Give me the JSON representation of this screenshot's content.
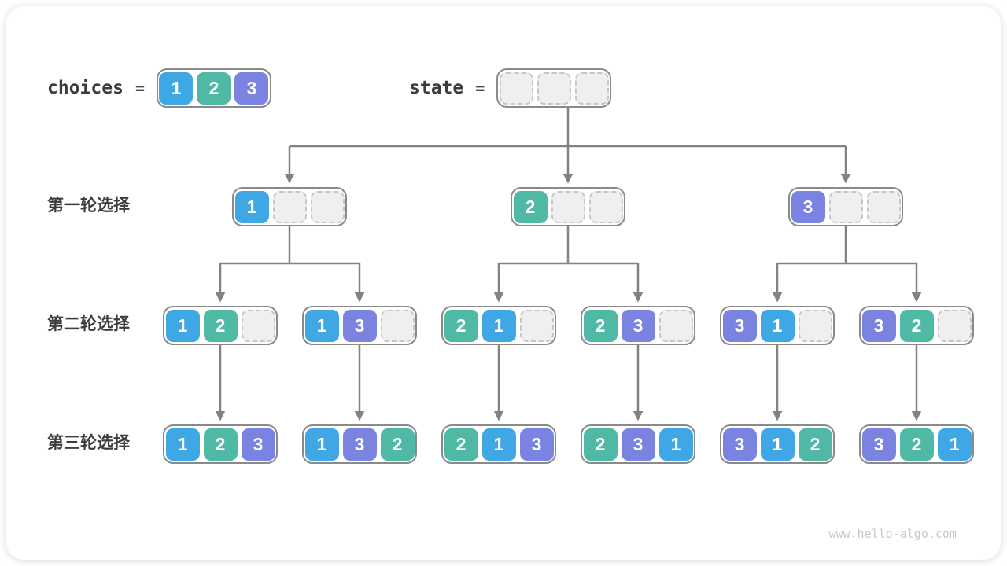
{
  "palette": {
    "element_1": "#3fa7e3",
    "element_2": "#4fb9a5",
    "element_3": "#7a84e0",
    "empty_cell_bg": "#efefef",
    "empty_cell_border": "#c6c6c6",
    "node_border": "#8a8a8a",
    "arrow": "#828282",
    "label_text": "#3c3c3c",
    "footer_text": "#cacaca"
  },
  "header": {
    "choices_label": "choices",
    "choices_equals": "=",
    "choices_cells": [
      "1",
      "2",
      "3"
    ],
    "state_label": "state",
    "state_equals": "=",
    "state_cells": [
      "",
      "",
      ""
    ]
  },
  "rows": [
    {
      "label": "第一轮选择",
      "nodes": [
        [
          "1",
          "",
          ""
        ],
        [
          "2",
          "",
          ""
        ],
        [
          "3",
          "",
          ""
        ]
      ]
    },
    {
      "label": "第二轮选择",
      "nodes": [
        [
          "1",
          "2",
          ""
        ],
        [
          "1",
          "3",
          ""
        ],
        [
          "2",
          "1",
          ""
        ],
        [
          "2",
          "3",
          ""
        ],
        [
          "3",
          "1",
          ""
        ],
        [
          "3",
          "2",
          ""
        ]
      ]
    },
    {
      "label": "第三轮选择",
      "nodes": [
        [
          "1",
          "2",
          "3"
        ],
        [
          "1",
          "3",
          "2"
        ],
        [
          "2",
          "1",
          "3"
        ],
        [
          "2",
          "3",
          "1"
        ],
        [
          "3",
          "1",
          "2"
        ],
        [
          "3",
          "2",
          "1"
        ]
      ]
    }
  ],
  "footer": {
    "url": "www.hello-algo.com"
  }
}
